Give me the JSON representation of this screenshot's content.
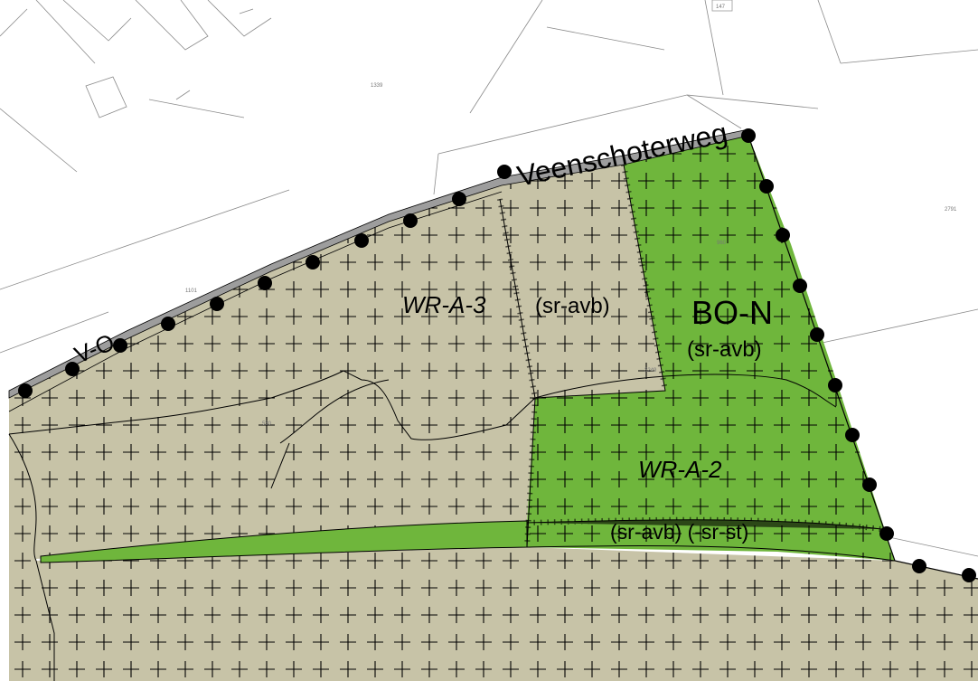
{
  "map": {
    "colors": {
      "background": "#ffffff",
      "mixed_area": "#c7c3a7",
      "nature_area": "#6fb63c",
      "parcel_line": "#8a8a8a",
      "road": "#9d9d9d",
      "boundary_dot": "#000000",
      "plus_sign": "#000000"
    },
    "road_name": "Veenschoterweg",
    "zones": {
      "wr_a_3": "WR-A-3",
      "wr_a_3_sub": "(sr-avb)",
      "bo_n": "BO-N",
      "bo_n_sub": "(sr-avb)",
      "wr_a_2": "WR-A-2",
      "wr_a_2_sub": "(sr-avb) (-sr-st)",
      "v_o": "V-O"
    },
    "parcels": {
      "p147": "147",
      "p1339": "1339",
      "p1101": "1101",
      "p2791": "2791",
      "p530": "530",
      "p960": "960",
      "p3249": "3249"
    },
    "icons": {
      "boundary": "boundary-dot-icon",
      "plus": "plus-hatch-icon"
    }
  }
}
